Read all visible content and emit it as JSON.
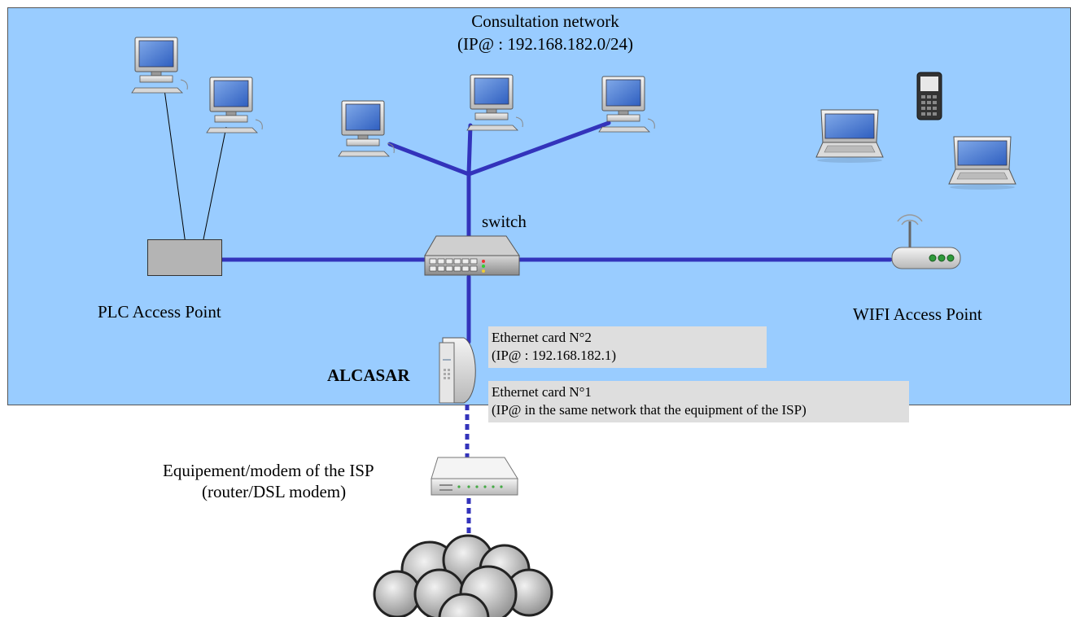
{
  "network": {
    "title": "Consultation network",
    "subnet": "(IP@ : 192.168.182.0/24)"
  },
  "labels": {
    "switch": "switch",
    "plc": "PLC Access Point",
    "wifi": "WIFI Access Point",
    "alcasar": "ALCASAR",
    "eth2_title": "Ethernet card N°2",
    "eth2_ip": "(IP@ : 192.168.182.1)",
    "eth1_title": "Ethernet card N°1",
    "eth1_ip": "(IP@ in the same network that the equipment of the ISP)",
    "isp_line1": "Equipement/modem of the ISP",
    "isp_line2": "(router/DSL modem)"
  },
  "icons": [
    "desktop-computer-icon",
    "laptop-icon",
    "mobile-phone-icon",
    "network-switch-icon",
    "wifi-router-icon",
    "server-icon",
    "dsl-modem-icon",
    "internet-cloud-icon"
  ],
  "colors": {
    "network_bg": "#99ccff",
    "link": "#3333bb",
    "note_bg": "#dedede",
    "plc_box": "#b4b4b4"
  }
}
